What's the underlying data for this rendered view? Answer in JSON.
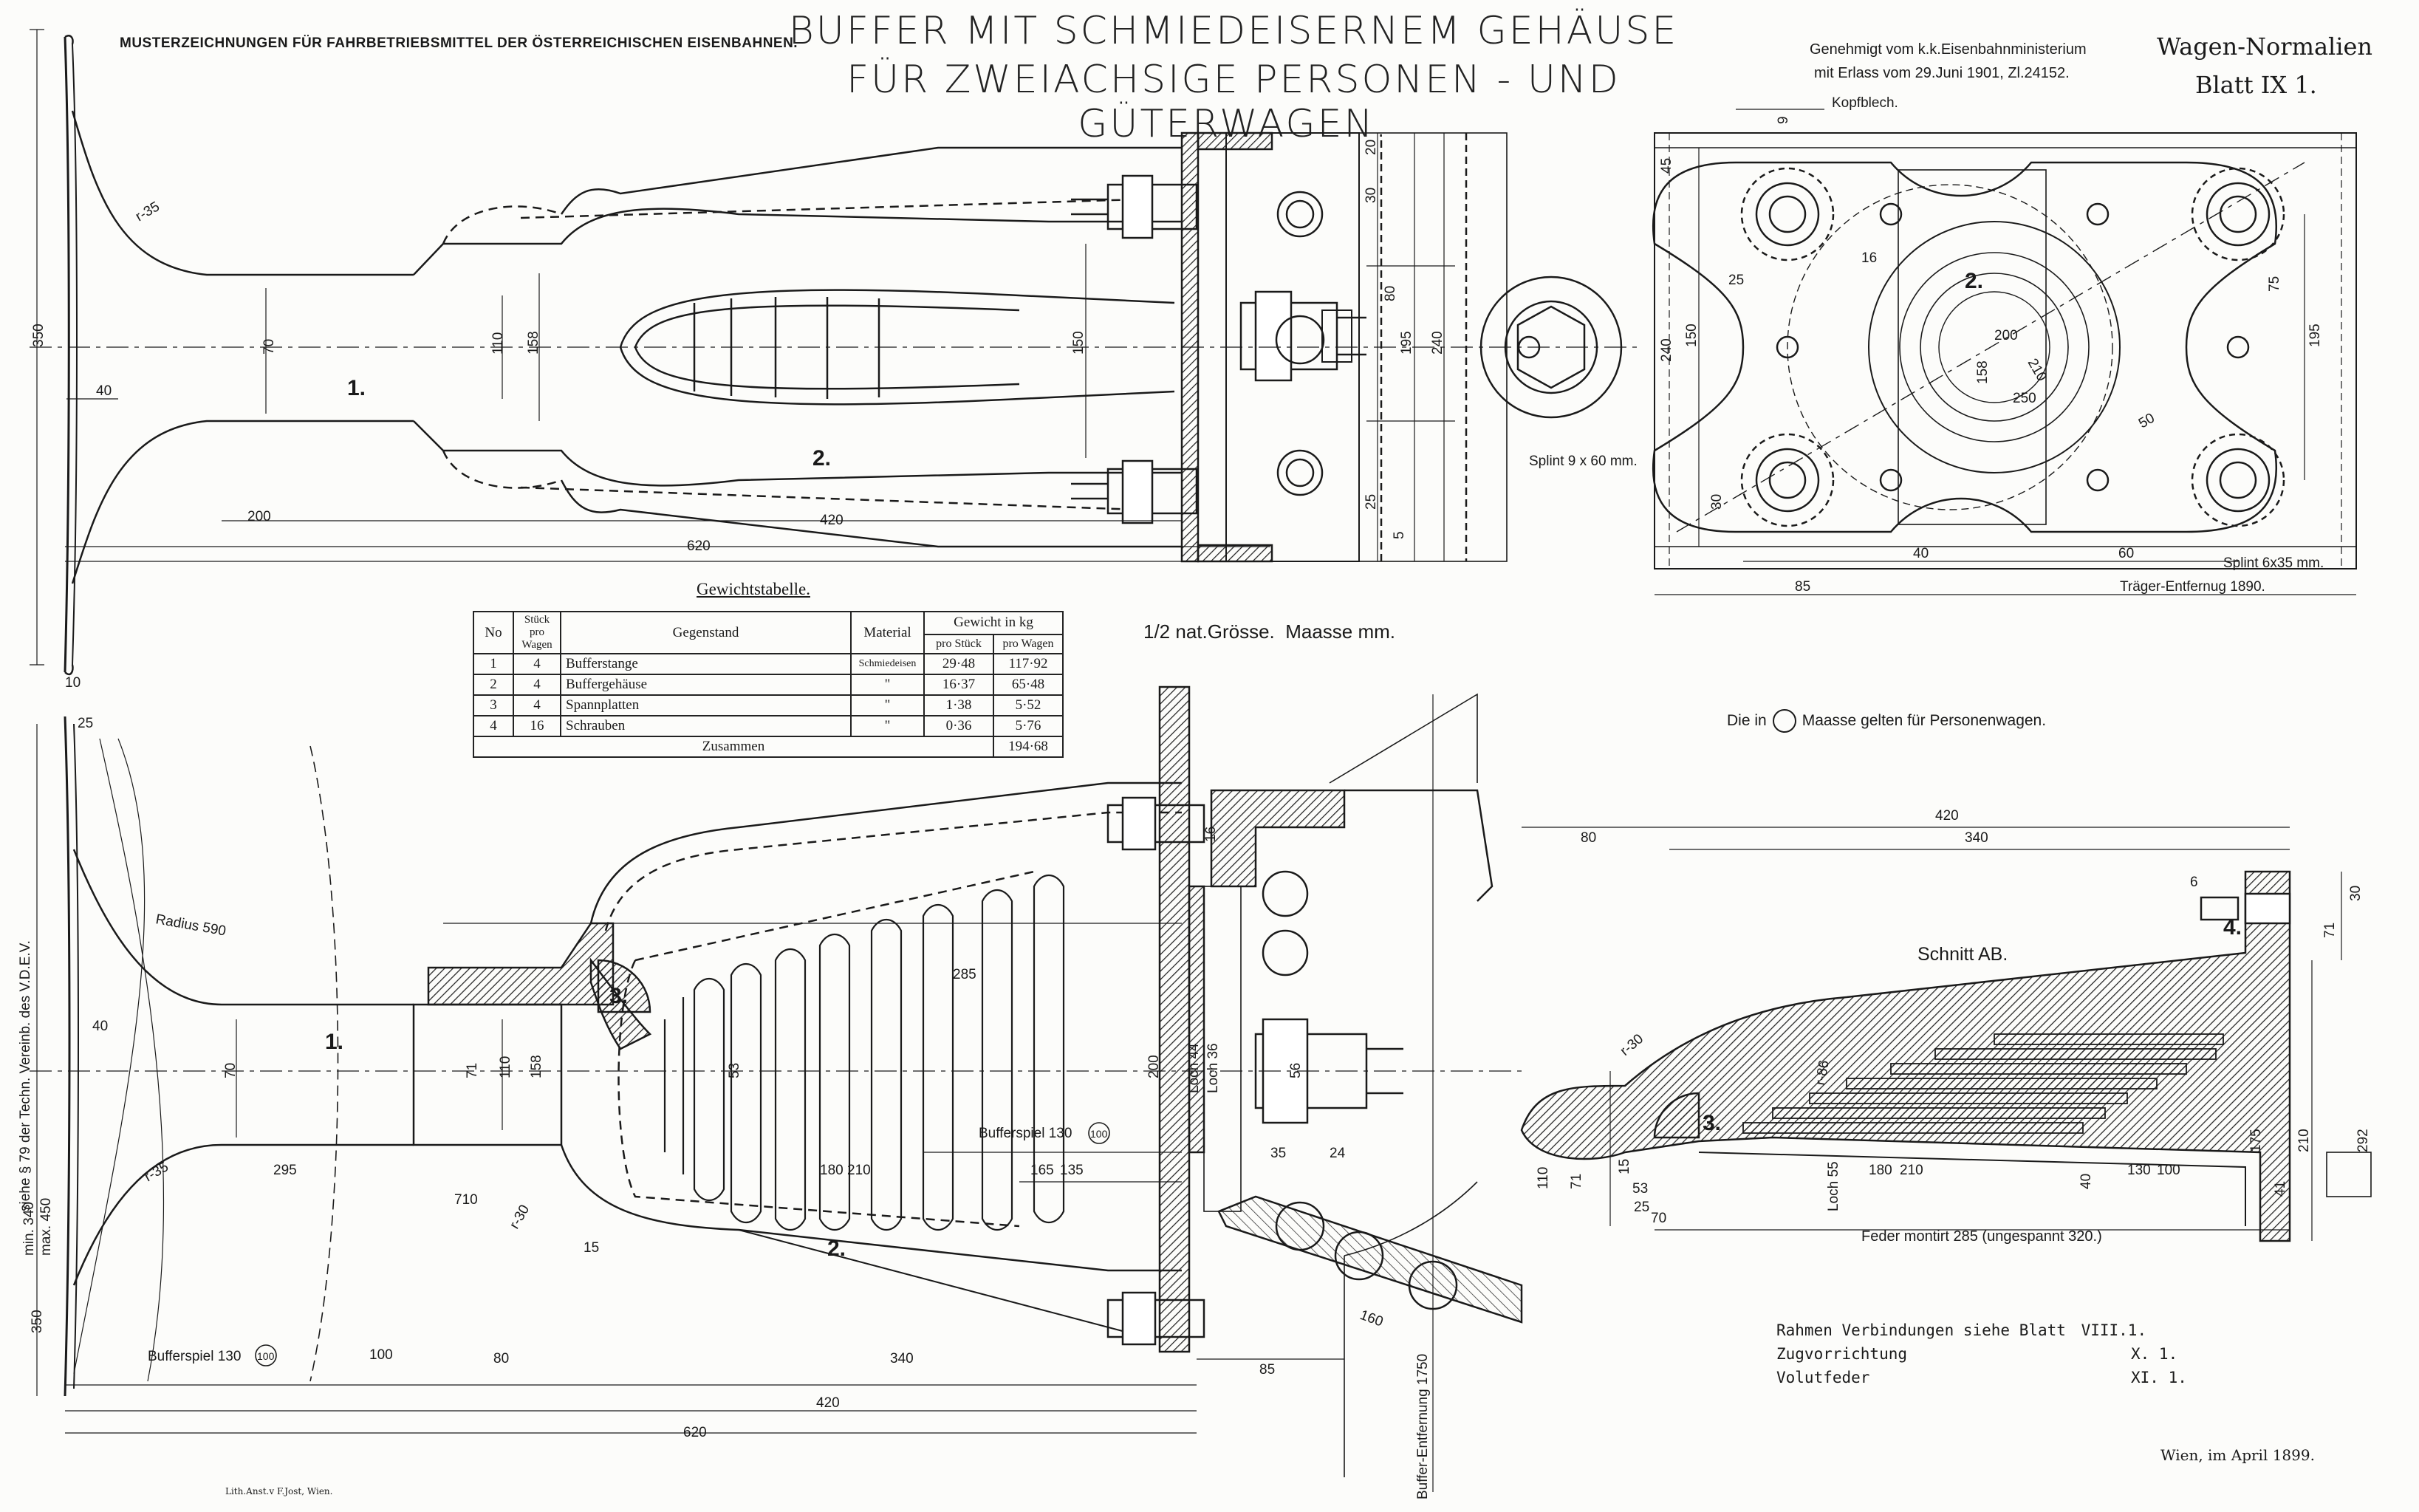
{
  "series_header": "MUSTERZEICHNUNGEN FÜR FAHRBETRIEBSMITTEL DER ÖSTERREICHISCHEN EISENBAHNEN.",
  "title_line1": "BUFFER MIT SCHMIEDEISERNEM GEHÄUSE",
  "title_line2": "FÜR ZWEIACHSIGE PERSONEN - UND GÜTERWAGEN.",
  "approval_line1": "Genehmigt vom k.k.Eisenbahnministerium",
  "approval_line2": "mit Erlass vom 29.Juni 1901, Zl.24152.",
  "sheet_series": "Wagen-Normalien",
  "sheet_number": "Blatt IX 1.",
  "scale_note": "1/2 nat.Grösse.  Maasse mm.",
  "circle_note_prefix": "Die in",
  "circle_note_suffix": "Maasse gelten für Personenwagen.",
  "section_label": "Schnitt AB.",
  "kopfblech": "Kopfblech.",
  "splint_9": "Splint 9 x 60 mm.",
  "splint_6": "Splint 6x35 mm.",
  "traeger_top": "Träger-Entfernug 1890.",
  "buffer_entfernung": "Buffer-Entfernung 1750",
  "side_note": "siehe § 79 der Techn. Vereinb. des V.D.E.V.",
  "minmax_1": "min. 340",
  "minmax_2": "max. 450",
  "radius_590": "Radius 590",
  "bufferspiel_1": "Bufferspiel 130",
  "bufferspiel_1_circle": "100",
  "bufferspiel_2": "Bufferspiel 130",
  "bufferspiel_2_circle": "100",
  "feder_note": "Feder montirt 285 (ungespannt 320.)",
  "date_place": "Wien, im April 1899.",
  "lithographer": "Lith.Anst.v F.Jost, Wien.",
  "weight_table": {
    "caption": "Gewichtstabelle.",
    "h_no": "No",
    "h_count": "Stück pro Wagen",
    "h_item": "Gegenstand",
    "h_material": "Material",
    "h_weight": "Gewicht in kg",
    "h_pro_stueck": "pro Stück",
    "h_pro_wagen": "pro Wagen",
    "rows": [
      {
        "no": "1",
        "count": "4",
        "item": "Bufferstange",
        "material": "Schmiedeisen",
        "per_piece": "29·48",
        "per_wagon": "117·92"
      },
      {
        "no": "2",
        "count": "4",
        "item": "Buffergehäuse",
        "material": "\"",
        "per_piece": "16·37",
        "per_wagon": "65·48"
      },
      {
        "no": "3",
        "count": "4",
        "item": "Spannplatten",
        "material": "\"",
        "per_piece": "1·38",
        "per_wagon": "5·52"
      },
      {
        "no": "4",
        "count": "16",
        "item": "Schrauben",
        "material": "\"",
        "per_piece": "0·36",
        "per_wagon": "5·76"
      }
    ],
    "total_label": "Zusammen",
    "total_value": "194·68"
  },
  "references": {
    "line1_label": "Rahmen Verbindungen siehe Blatt",
    "line1_value": "VIII.1.",
    "line2_label": "Zugvorrichtung",
    "line2_value": "X. 1.",
    "line3_label": "Volutfeder",
    "line3_value": "XI. 1."
  },
  "part_labels": {
    "p1": "1.",
    "p2": "2.",
    "p3": "3.",
    "p4": "4."
  },
  "dims_top": {
    "d350": "350",
    "d40": "40",
    "d200": "200",
    "d620": "620",
    "d420": "420",
    "d70": "70",
    "d110": "110",
    "d158": "158",
    "d150": "150",
    "d195": "195",
    "d240": "240",
    "d20": "20",
    "d30": "30",
    "d25": "25",
    "d5": "5",
    "r35": "r-35",
    "d10": "10",
    "d80": "80"
  },
  "dims_plan": {
    "d45": "45",
    "d240": "240",
    "d150": "150",
    "d195": "195",
    "d75": "75",
    "d25": "25",
    "d30": "30",
    "d16": "16",
    "d200": "200",
    "d210": "210",
    "d250": "250",
    "d158": "158",
    "d40": "40",
    "d60": "60",
    "d85": "85",
    "d9": "9",
    "d50": "50"
  },
  "dims_bottom": {
    "d25": "25",
    "d40": "40",
    "d70": "70",
    "d110": "110",
    "d158": "158",
    "d71": "71",
    "d295": "295",
    "d710": "710",
    "d200": "200",
    "d420": "420",
    "d620": "620",
    "d80": "80",
    "d340": "340",
    "d285": "285",
    "d53": "53",
    "d15": "15",
    "d180": "180",
    "c210": "210",
    "d165": "165",
    "c135": "135",
    "d35": "35",
    "d24": "24",
    "d160": "160",
    "d85": "85",
    "d16": "16",
    "d56": "56",
    "loch44": "Loch 44",
    "loch36": "Loch 36",
    "d350": "350",
    "c100": "100",
    "r35": "r-35",
    "r30": "r-30"
  },
  "dims_section": {
    "d420": "420",
    "d80": "80",
    "d340": "340",
    "d30": "30",
    "d71": "71",
    "d6": "6",
    "d110": "110",
    "d71b": "71",
    "d15": "15",
    "d53": "53",
    "d25": "25",
    "d70": "70",
    "d180": "180",
    "c210": "210",
    "d130": "130",
    "c100": "100",
    "d40": "40",
    "d175": "175",
    "d210": "210",
    "d292": "292",
    "d41": "41",
    "loch55": "Loch 55",
    "r86": "r-86",
    "r30": "r-30"
  }
}
